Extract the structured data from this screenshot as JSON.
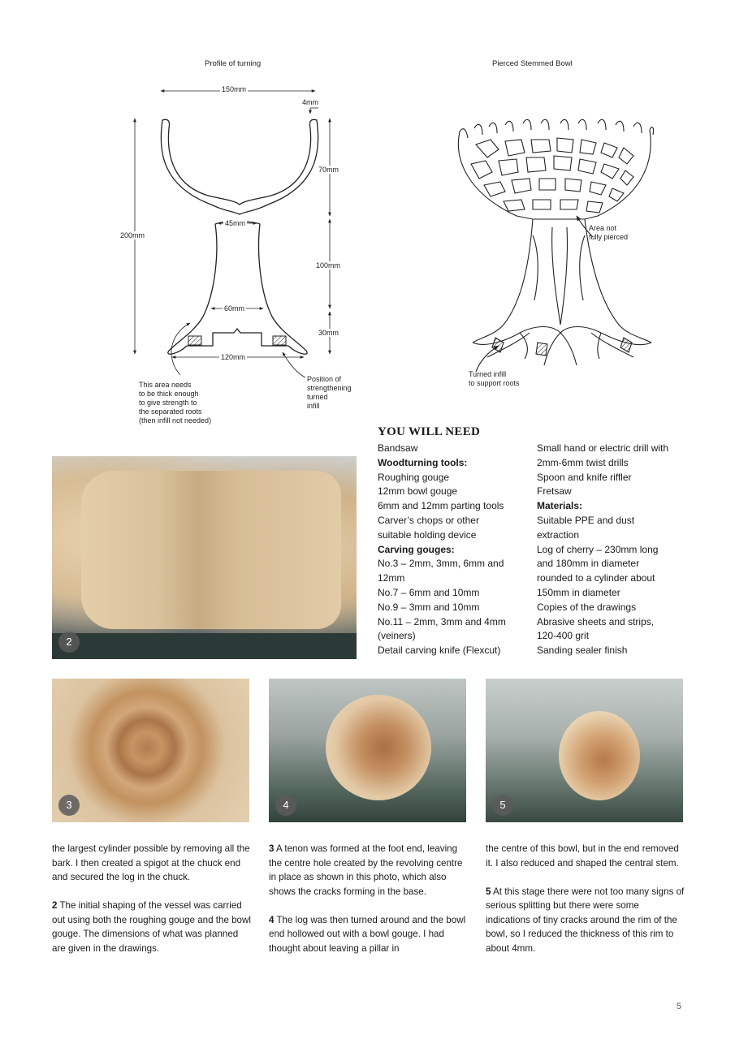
{
  "drawings": {
    "left_caption": "Profile of turning",
    "right_caption": "Pierced Stemmed Bowl",
    "dims": {
      "width_150": "150mm",
      "rim_4": "4mm",
      "height_200": "200mm",
      "h_70": "70mm",
      "w_45": "45mm",
      "h_100": "100mm",
      "w_60": "60mm",
      "h_30": "30mm",
      "w_120": "120mm"
    },
    "annotations": {
      "thick_area": "This area needs\nto be thick enough\nto give strength to\nthe separated roots\n(then infill not needed)",
      "strengthening": "Position of\nstrengthening\nturned\ninfill",
      "not_pierced": "Area not\nfully pierced",
      "turned_infill": "Turned infill\nto support roots"
    }
  },
  "you_will_need": {
    "title": "YOU WILL NEED",
    "col1": [
      {
        "text": "Bandsaw",
        "bold": false
      },
      {
        "text": "Woodturning tools:",
        "bold": true
      },
      {
        "text": "Roughing gouge",
        "bold": false
      },
      {
        "text": "12mm bowl gouge",
        "bold": false
      },
      {
        "text": "6mm and 12mm parting tools",
        "bold": false
      },
      {
        "text": "Carver’s chops or other",
        "bold": false
      },
      {
        "text": "suitable holding device",
        "bold": false
      },
      {
        "text": "Carving gouges:",
        "bold": true
      },
      {
        "text": "No.3 – 2mm, 3mm, 6mm and",
        "bold": false
      },
      {
        "text": "12mm",
        "bold": false
      },
      {
        "text": "No.7 – 6mm and 10mm",
        "bold": false
      },
      {
        "text": "No.9 – 3mm and 10mm",
        "bold": false
      },
      {
        "text": "No.11 – 2mm, 3mm and 4mm",
        "bold": false
      },
      {
        "text": "(veiners)",
        "bold": false
      },
      {
        "text": "Detail carving knife (Flexcut)",
        "bold": false
      }
    ],
    "col2": [
      {
        "text": "Small hand or electric drill with",
        "bold": false
      },
      {
        "text": "2mm-6mm twist drills",
        "bold": false
      },
      {
        "text": "Spoon and knife riffler",
        "bold": false
      },
      {
        "text": "Fretsaw",
        "bold": false
      },
      {
        "text": "Materials:",
        "bold": true
      },
      {
        "text": "Suitable PPE and dust",
        "bold": false
      },
      {
        "text": "extraction",
        "bold": false
      },
      {
        "text": "Log of cherry – 230mm long",
        "bold": false
      },
      {
        "text": "and 180mm in diameter",
        "bold": false
      },
      {
        "text": "rounded to a cylinder about",
        "bold": false
      },
      {
        "text": "150mm in diameter",
        "bold": false
      },
      {
        "text": "Copies of the drawings",
        "bold": false
      },
      {
        "text": "Abrasive sheets and strips,",
        "bold": false
      },
      {
        "text": "120-400 grit",
        "bold": false
      },
      {
        "text": "Sanding sealer finish",
        "bold": false
      }
    ]
  },
  "photos": {
    "p2": "2",
    "p3": "3",
    "p4": "4",
    "p5": "5"
  },
  "body": {
    "col1_p1": "the largest cylinder possible by removing all the bark. I then created a spigot at the chuck end and secured the log in the chuck.",
    "col1_p2_num": "2",
    "col1_p2": " The initial shaping of the vessel was carried out using both the roughing gouge and the bowl gouge. The dimensions of what was planned are given in the drawings.",
    "col2_p1_num": "3",
    "col2_p1": " A tenon was formed at the foot end, leaving the centre hole created by the revolving centre in place as shown in this photo, which also shows the cracks forming in the base.",
    "col2_p2_num": "4",
    "col2_p2": " The log was then turned around and the bowl end hollowed out with a bowl gouge. I had thought about leaving a pillar in",
    "col3_p1": "the centre of this bowl, but in the end removed it. I also reduced and shaped the central stem.",
    "col3_p2_num": "5",
    "col3_p2": " At this stage there were not too many signs of serious splitting but there were some indications of tiny cracks around the rim of the bowl, so I reduced the thickness of this rim to about 4mm."
  },
  "page_number": "5"
}
